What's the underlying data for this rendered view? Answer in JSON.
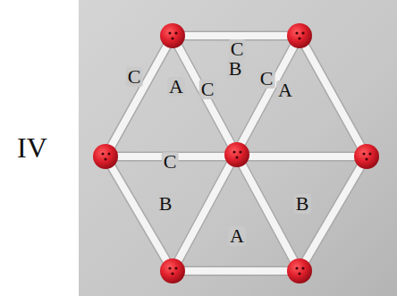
{
  "diagram": {
    "labels": [
      "IV",
      "C",
      "C",
      "A",
      "B",
      "C",
      "C",
      "A",
      "C",
      "B",
      "B",
      "A"
    ]
  }
}
